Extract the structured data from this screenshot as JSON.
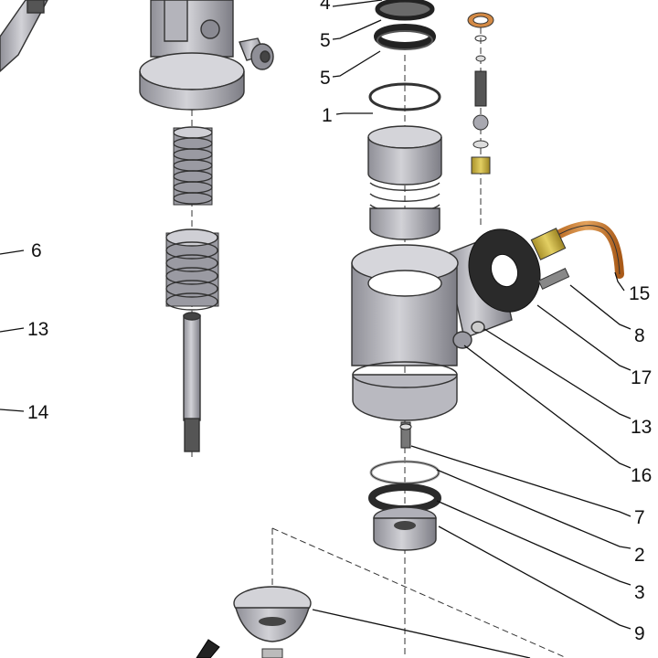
{
  "callouts": [
    {
      "id": "c4a",
      "label": "4"
    },
    {
      "id": "c5a",
      "label": "5"
    },
    {
      "id": "c5b",
      "label": "5"
    },
    {
      "id": "c1",
      "label": "1"
    },
    {
      "id": "c6",
      "label": "6"
    },
    {
      "id": "c13a",
      "label": "13"
    },
    {
      "id": "c14",
      "label": "14"
    },
    {
      "id": "c15",
      "label": "15"
    },
    {
      "id": "c8",
      "label": "8"
    },
    {
      "id": "c17",
      "label": "17"
    },
    {
      "id": "c13b",
      "label": "13"
    },
    {
      "id": "c16",
      "label": "16"
    },
    {
      "id": "c7",
      "label": "7"
    },
    {
      "id": "c2",
      "label": "2"
    },
    {
      "id": "c3",
      "label": "3"
    },
    {
      "id": "c9",
      "label": "9"
    }
  ],
  "colors": {
    "metal_light": "#c9c9ce",
    "metal_mid": "#a8a8b0",
    "metal_dark": "#6e6e76",
    "gasket_black": "#2a2a2a",
    "copper": "#c97a2b",
    "brass": "#c9b23a",
    "line": "#111111"
  }
}
